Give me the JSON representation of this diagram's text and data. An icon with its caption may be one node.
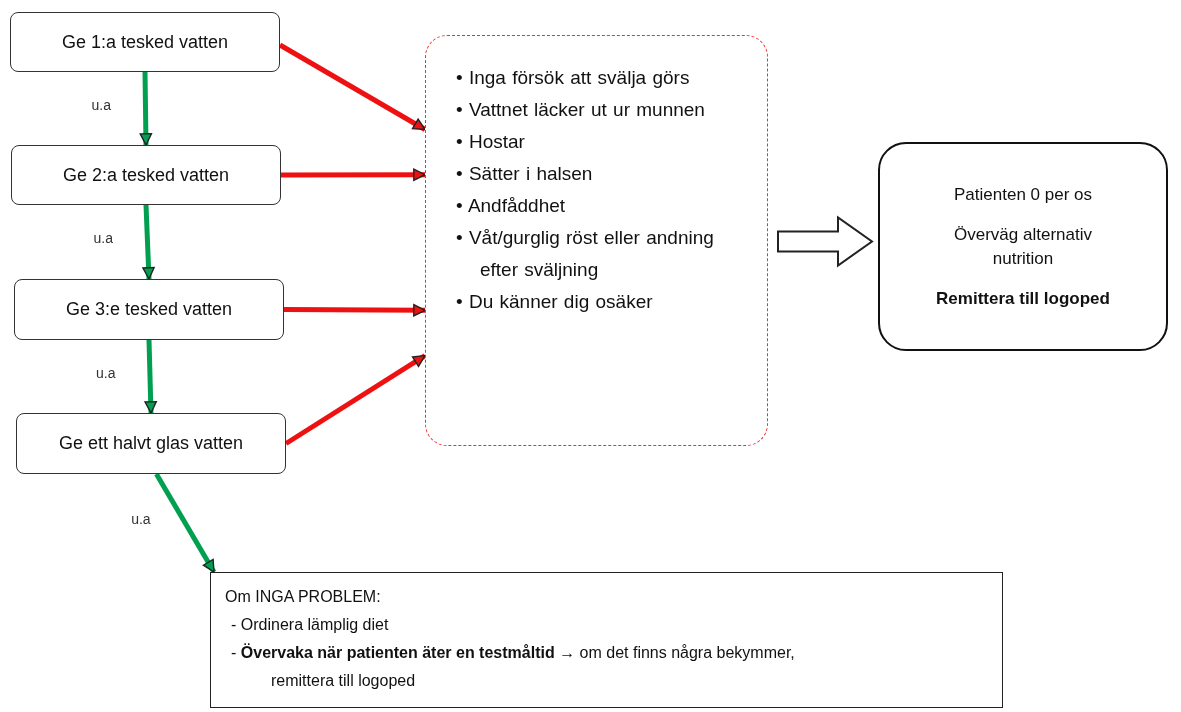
{
  "diagram": {
    "nodes": [
      {
        "text": [
          "Ge 1:a tesked vatten"
        ]
      },
      {
        "text": [
          "Ge 2:a tesked vatten"
        ]
      },
      {
        "text": [
          "Ge 3:e tesked vatten"
        ]
      },
      {
        "text": [
          "Ge ett halvt glas vatten"
        ]
      },
      {
        "text": [
          "• Inga försök att svälja görs",
          "• Vattnet läcker ut ur munnen",
          "• Hostar",
          "• Sätter i halsen",
          "• Andfåddhet",
          "• Våt/gurglig röst eller andning efter sväljning",
          "• Du känner dig osäker"
        ]
      },
      {
        "text": [
          "Patienten 0 per os",
          "Överväg alternativ nutrition",
          "Remittera till logoped"
        ]
      },
      {
        "text": [
          "Om INGA PROBLEM:",
          "- Ordinera lämplig diet",
          "- **Övervaka när patienten äter en testmåltid →** om det finns några bekymmer, remittera till logoped"
        ]
      }
    ],
    "edges": [
      {
        "from": 0,
        "to": 1,
        "arrow": "to",
        "label": "u.a",
        "color": "#00a050"
      },
      {
        "from": 1,
        "to": 2,
        "arrow": "to",
        "label": "u.a",
        "color": "#00a050"
      },
      {
        "from": 2,
        "to": 3,
        "arrow": "to",
        "label": "u.a",
        "color": "#00a050"
      },
      {
        "from": 3,
        "to": 6,
        "arrow": "to",
        "label": "u.a",
        "color": "#00a050"
      },
      {
        "from": 0,
        "to": 4,
        "arrow": "to",
        "color": "#ee1111"
      },
      {
        "from": 1,
        "to": 4,
        "arrow": "to",
        "color": "#ee1111"
      },
      {
        "from": 2,
        "to": 4,
        "arrow": "to",
        "color": "#ee1111"
      },
      {
        "from": 3,
        "to": 4,
        "arrow": "to",
        "color": "#ee1111"
      },
      {
        "from": 4,
        "to": 5,
        "arrow": "to",
        "style": "thick",
        "color": "#ffffff"
      }
    ]
  }
}
